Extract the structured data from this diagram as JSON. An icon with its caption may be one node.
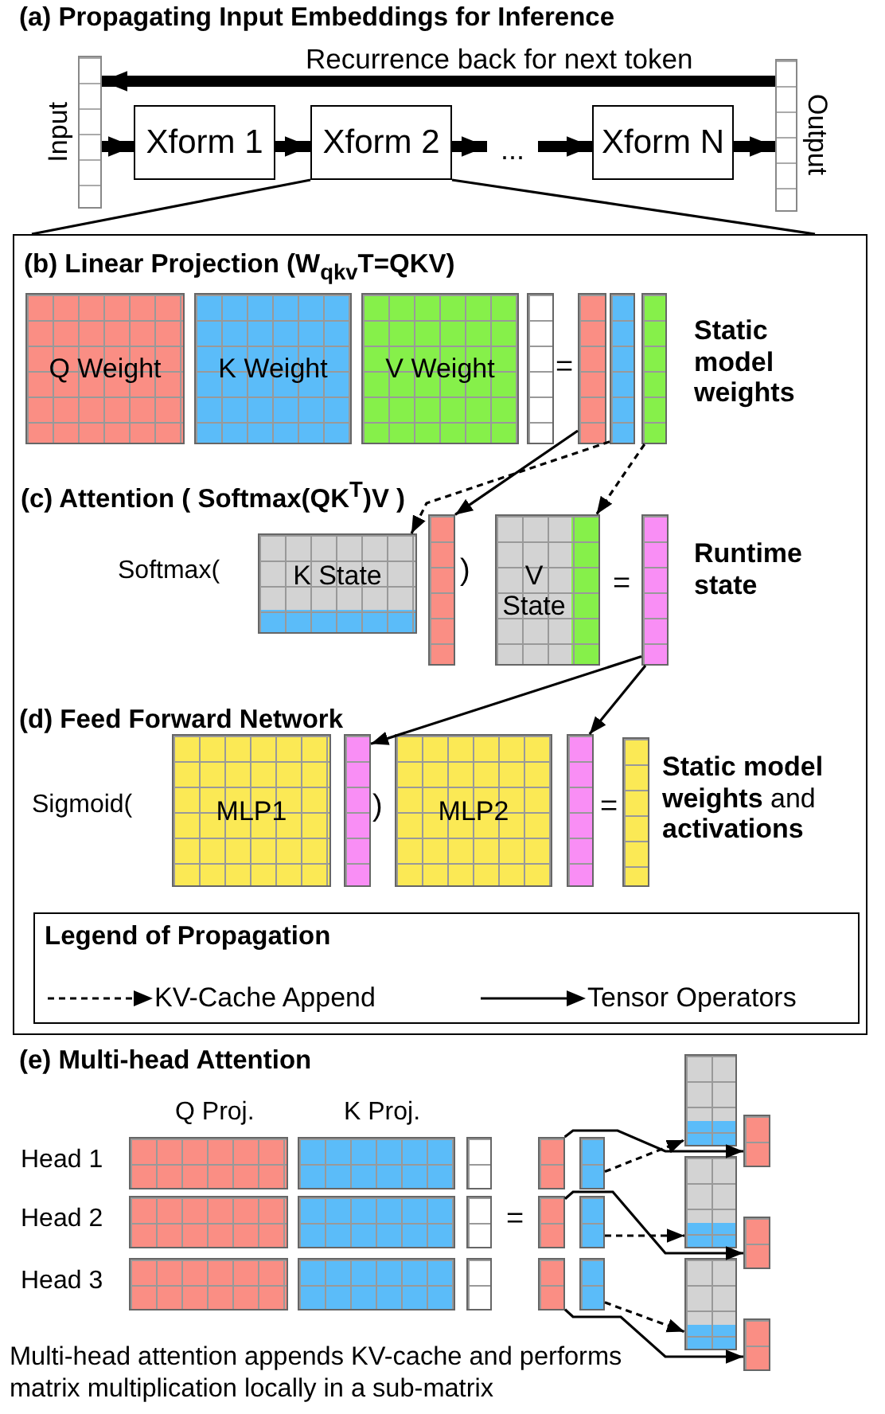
{
  "diagram": {
    "caption": "Multi-head attention appends KV-cache and performs matrix multiplication locally in a sub-matrix",
    "nodes": [
      {
        "text": [
          "Input"
        ]
      },
      {
        "text": [
          "Xform 1"
        ]
      },
      {
        "text": [
          "Xform 2"
        ]
      },
      {
        "text": [
          "Xform N"
        ]
      },
      {
        "text": [
          "Output"
        ]
      },
      {
        "text": [
          "..."
        ]
      },
      {
        "text": [],
        "shape": "box"
      },
      {
        "text": [
          "Q Weight"
        ],
        "in": 6
      },
      {
        "text": [
          "K Weight"
        ],
        "in": 6
      },
      {
        "text": [
          "V Weight"
        ],
        "in": 6
      },
      {
        "text": [],
        "shape": "box",
        "in": 6
      },
      {
        "text": [],
        "shape": "box",
        "in": 6
      },
      {
        "text": [],
        "shape": "box",
        "in": 6
      },
      {
        "text": [],
        "shape": "box",
        "in": 6
      },
      {
        "text": [
          "K State"
        ],
        "in": 6
      },
      {
        "text": [],
        "shape": "box",
        "in": 6
      },
      {
        "text": [
          "V State"
        ],
        "in": 6
      },
      {
        "text": [],
        "shape": "box",
        "in": 6
      },
      {
        "text": [
          "MLP1"
        ],
        "in": 6
      },
      {
        "text": [],
        "shape": "box",
        "in": 6
      },
      {
        "text": [
          "MLP2"
        ],
        "in": 6
      },
      {
        "text": [],
        "shape": "box",
        "in": 6
      },
      {
        "text": [],
        "shape": "box",
        "in": 6
      },
      {
        "text": [],
        "shape": "box"
      },
      {
        "text": [],
        "shape": "box"
      },
      {
        "text": [],
        "shape": "box"
      },
      {
        "text": [],
        "shape": "box"
      },
      {
        "text": [],
        "shape": "box"
      },
      {
        "text": [],
        "shape": "box"
      },
      {
        "text": [],
        "shape": "box"
      },
      {
        "text": [],
        "shape": "box"
      },
      {
        "text": [],
        "shape": "box"
      },
      {
        "text": [],
        "shape": "box"
      },
      {
        "text": [],
        "shape": "box"
      },
      {
        "text": [],
        "shape": "box"
      },
      {
        "text": [],
        "shape": "box"
      },
      {
        "text": [],
        "shape": "box"
      },
      {
        "text": [],
        "shape": "box"
      },
      {
        "text": [],
        "shape": "box"
      },
      {
        "text": [],
        "shape": "box"
      },
      {
        "text": [],
        "shape": "box"
      },
      {
        "text": [],
        "shape": "box"
      },
      {
        "text": [],
        "shape": "box"
      },
      {
        "text": [],
        "shape": "box"
      }
    ],
    "edges": [
      {
        "from": 0,
        "to": 1,
        "arrow": "to",
        "style": "thick"
      },
      {
        "from": 1,
        "to": 2,
        "arrow": "to",
        "style": "thick"
      },
      {
        "from": 2,
        "to": 5,
        "arrow": "to",
        "style": "thick"
      },
      {
        "from": 5,
        "to": 3,
        "arrow": "to",
        "style": "thick"
      },
      {
        "from": 3,
        "to": 4,
        "arrow": "to",
        "style": "thick"
      },
      {
        "from": 4,
        "to": 0,
        "arrow": "to",
        "style": "thick",
        "label": "Recurrence back for next token"
      },
      {
        "from": 2,
        "to": 6,
        "arrow": "none"
      },
      {
        "from": 2,
        "to": 6,
        "arrow": "none"
      },
      {
        "from": 11,
        "to": 15,
        "arrow": "to"
      },
      {
        "from": 12,
        "to": 14,
        "arrow": "to",
        "style": "dashed"
      },
      {
        "from": 13,
        "to": 16,
        "arrow": "to",
        "style": "dashed"
      },
      {
        "from": 17,
        "to": 19,
        "arrow": "to"
      },
      {
        "from": 17,
        "to": 21,
        "arrow": "to"
      },
      {
        "from": 32,
        "to": 41,
        "arrow": "to"
      },
      {
        "from": 33,
        "to": 38,
        "arrow": "to",
        "style": "dashed"
      },
      {
        "from": 34,
        "to": 42,
        "arrow": "to"
      },
      {
        "from": 35,
        "to": 39,
        "arrow": "to",
        "style": "dashed"
      },
      {
        "from": 36,
        "to": 43,
        "arrow": "to"
      },
      {
        "from": 37,
        "to": 40,
        "arrow": "to",
        "style": "dashed"
      }
    ],
    "labels": [
      "(a) Propagating Input Embeddings for Inference",
      "(b) Linear Projection (W$_{qkv}$T=QKV)",
      "=",
      "Static model weights",
      "(c) Attention ( Softmax(QK$^{T}$)V )",
      "Softmax(",
      ")",
      "=",
      "Runtime state",
      "(d) Feed Forward Network",
      "Sigmoid(",
      ")",
      "=",
      "**Static model weights** and **activations**",
      "Legend of Propagation",
      "(e) Multi-head Attention",
      "Q Proj.",
      "K Proj.",
      "Head 1",
      "Head 2",
      "=",
      "Head 3"
    ],
    "legend": [
      {
        "text": "KV-Cache Append"
      },
      {
        "text": "Tensor Operators"
      }
    ]
  }
}
